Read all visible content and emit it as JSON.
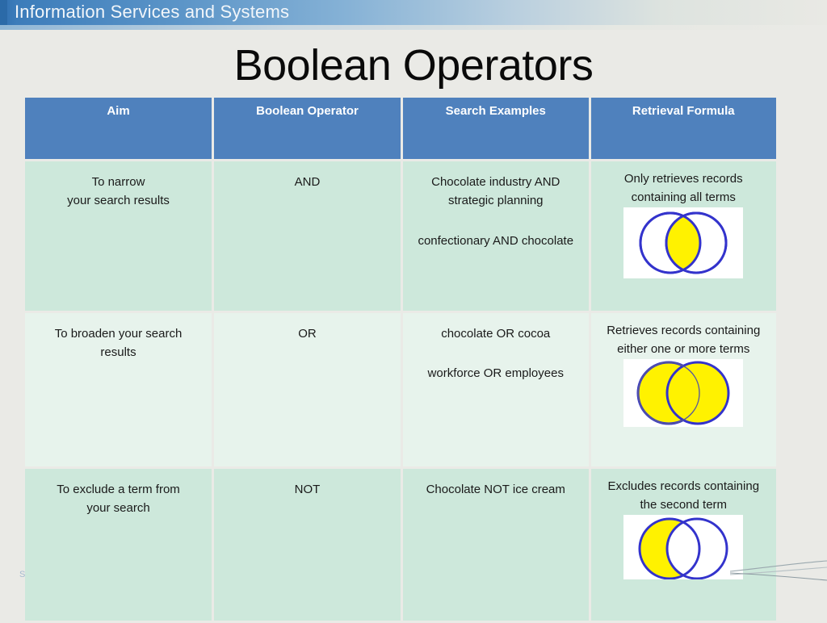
{
  "banner": {
    "title": "Information Services and Systems",
    "accent_blue": "#2b6aa8"
  },
  "slide": {
    "title": "Boolean Operators",
    "background": "#eaeae6",
    "footer_mark": "S"
  },
  "table": {
    "header_background": "#4f81bd",
    "row_band_a": "#cde8db",
    "row_band_b": "#e7f3ec",
    "columns": [
      "Aim",
      "Boolean Operator",
      "Search Examples",
      "Retrieval Formula"
    ],
    "rows": [
      {
        "aim_line1": "To narrow",
        "aim_line2": "your search results",
        "operator": "AND",
        "example_1": "Chocolate industry AND strategic planning",
        "example_2": "confectionary AND chocolate",
        "formula_text": "Only retrieves records containing all terms",
        "diagram": "venn-and-icon"
      },
      {
        "aim_line1": "To broaden your search",
        "aim_line2": "results",
        "operator": "OR",
        "example_1": "chocolate OR cocoa",
        "example_2": "workforce OR employees",
        "formula_text": "Retrieves records containing either one or more terms",
        "diagram": "venn-or-icon"
      },
      {
        "aim_line1": "To exclude a term from",
        "aim_line2": "your search",
        "operator": "NOT",
        "example_1": "Chocolate NOT ice cream",
        "example_2": "",
        "formula_text": "Excludes records containing the second term",
        "diagram": "venn-not-icon"
      }
    ]
  },
  "venn_colors": {
    "stroke": "#3333cc",
    "highlight": "#fff200",
    "empty": "#ffffff",
    "plate": "#ffffff"
  }
}
